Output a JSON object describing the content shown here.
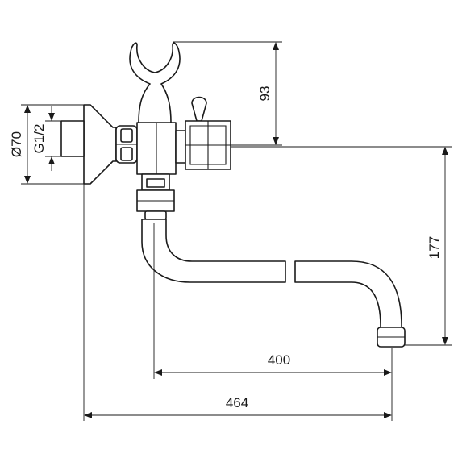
{
  "dimensions": {
    "bracket_height": "93",
    "spout_height": "177",
    "spout_reach": "400",
    "overall_length": "464",
    "flange_diameter": "Ø70",
    "thread_size": "G1/2"
  },
  "colors": {
    "line": "#1a1a1a",
    "background": "#ffffff"
  }
}
